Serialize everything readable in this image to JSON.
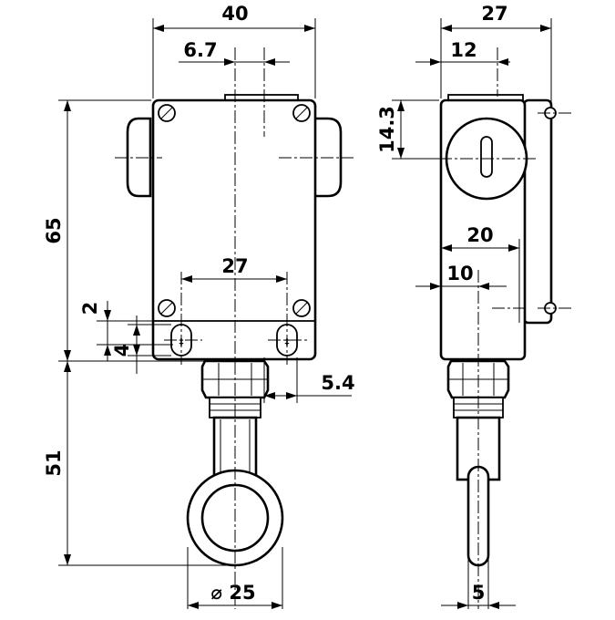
{
  "dimensions": {
    "front_width": "40",
    "front_offset": "6.7",
    "front_hole_spacing": "27",
    "front_height": "65",
    "front_slot_gap": "2",
    "front_slot_height": "4",
    "front_hex_offset": "5.4",
    "eye_length": "51",
    "eye_diameter": "⌀ 25",
    "side_width": "27",
    "side_offset": "12",
    "side_screw_height": "14.3",
    "side_depth": "20",
    "side_inner": "10",
    "side_rod": "5"
  }
}
